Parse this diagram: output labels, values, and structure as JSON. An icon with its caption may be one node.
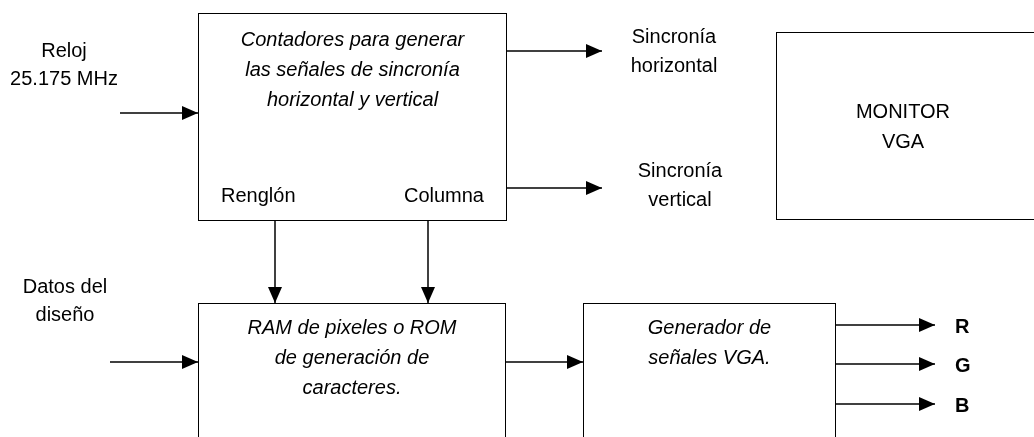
{
  "diagram": {
    "nodes": [
      {
        "text": [
          "Reloj 25.175 MHz"
        ]
      },
      {
        "text": [
          "Contadores para generar las señales de sincronía horizontal y vertical",
          "Renglón",
          "Columna"
        ]
      },
      {
        "text": [
          "Sincronía horizontal"
        ]
      },
      {
        "text": [
          "Sincronía vertical"
        ]
      },
      {
        "text": [
          "MONITOR VGA"
        ]
      },
      {
        "text": [
          "Datos del diseño"
        ]
      },
      {
        "text": [
          "RAM de pixeles o ROM de generación de caracteres."
        ]
      },
      {
        "text": [
          "Generador de señales VGA."
        ]
      },
      {
        "text": [
          "R"
        ]
      },
      {
        "text": [
          "G"
        ]
      },
      {
        "text": [
          "B"
        ]
      }
    ],
    "edges": [
      {
        "from": 0,
        "to": 1,
        "arrow": "to"
      },
      {
        "from": 1,
        "to": 2,
        "arrow": "to"
      },
      {
        "from": 1,
        "to": 3,
        "arrow": "to"
      },
      {
        "from": 1,
        "to": 6,
        "arrow": "to"
      },
      {
        "from": 1,
        "to": 6,
        "arrow": "to"
      },
      {
        "from": 5,
        "to": 6,
        "arrow": "to"
      },
      {
        "from": 6,
        "to": 7,
        "arrow": "to"
      },
      {
        "from": 7,
        "to": 8,
        "arrow": "to"
      },
      {
        "from": 7,
        "to": 9,
        "arrow": "to"
      },
      {
        "from": 7,
        "to": 10,
        "arrow": "to"
      }
    ]
  }
}
